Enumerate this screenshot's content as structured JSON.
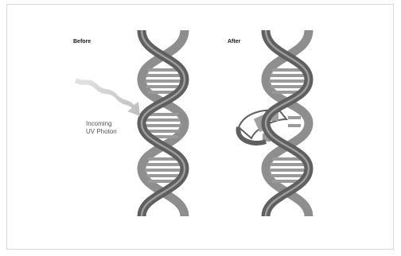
{
  "labels": {
    "before": "Before",
    "after": "After",
    "photon_line1": "Incoming",
    "photon_line2": "UV Photon"
  },
  "colors": {
    "strand_front": "#5f5f5f",
    "strand_back": "#8e8e8e",
    "rung": "#9a9a9a",
    "photon": "#c9c9c9",
    "frame": "#d8d8d8"
  }
}
